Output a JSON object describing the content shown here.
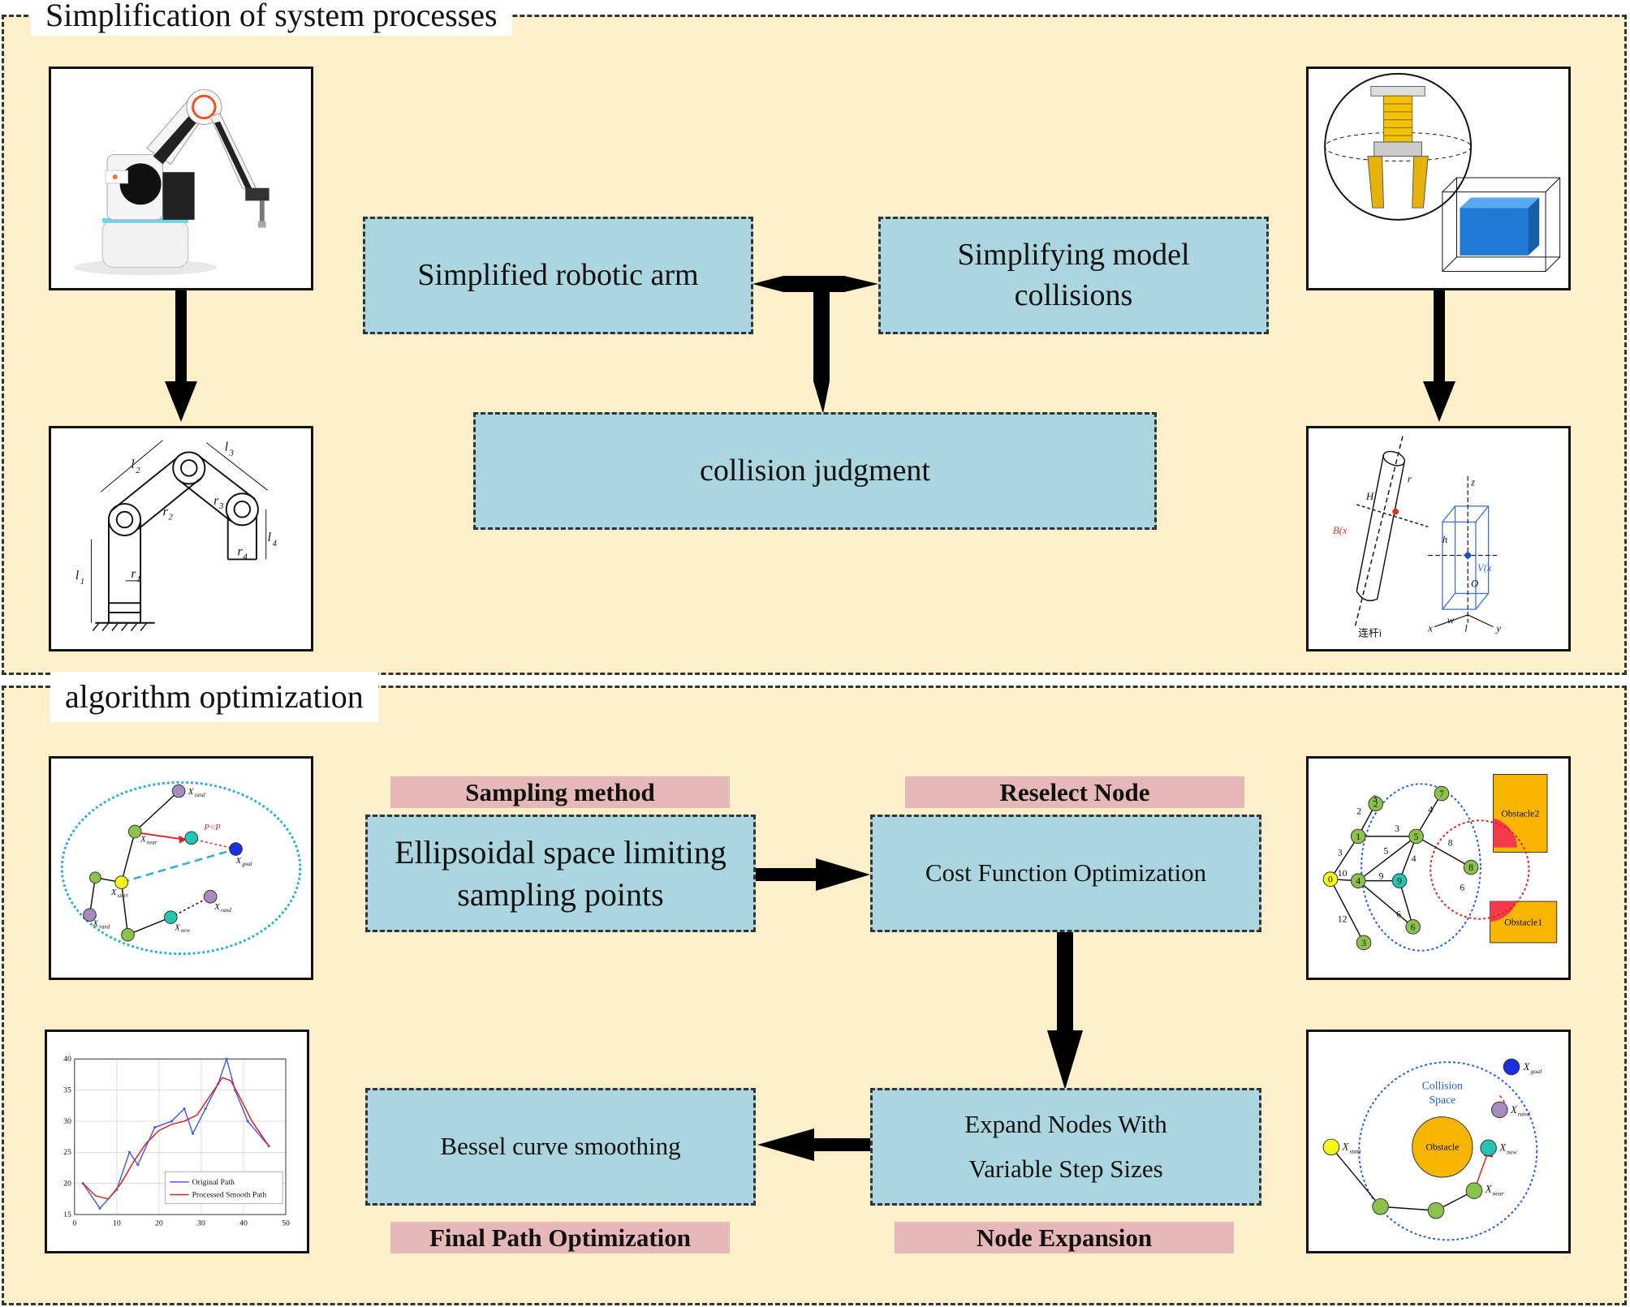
{
  "sections": {
    "simplification": {
      "title": "Simplification of system processes"
    },
    "algorithm": {
      "title": "algorithm optimization"
    }
  },
  "boxes": {
    "simplified_arm": "Simplified robotic arm",
    "simplifying_collisions": "Simplifying model collisions",
    "collision_judgment": "collision judgment",
    "ellipsoidal": "Ellipsoidal space limiting sampling points",
    "cost_function": "Cost Function Optimization",
    "expand_nodes": "Expand Nodes With Variable Step Sizes",
    "bessel": "Bessel curve smoothing"
  },
  "tags": {
    "sampling_method": "Sampling method",
    "reselect_node": "Reselect Node",
    "final_path": "Final Path Optimization",
    "node_expansion": "Node Expansion"
  },
  "images": {
    "arm_schematic": {
      "l1": "l",
      "l2": "l",
      "l3": "l",
      "l4": "l",
      "r1": "r",
      "r2": "r",
      "r3": "r",
      "r4": "r",
      "sub1": "1",
      "sub2": "2",
      "sub3": "3",
      "sub4": "4"
    },
    "collision_model": {
      "B": "B(x",
      "V": "V(x",
      "r": "r",
      "H": "H",
      "h": "h",
      "O": "O",
      "z": "z",
      "x": "x",
      "y": "y",
      "w": "w",
      "l": "l",
      "link": "连杆i"
    },
    "ellipse_sampling": {
      "x_rand": "X",
      "rand_sub": "rand",
      "x_near": "X",
      "near_sub": "near",
      "x_new": "X",
      "new_sub": "new",
      "x_start": "X",
      "start_sub": "start",
      "x_goal": "X",
      "goal_sub": "goal",
      "prob": "P<P"
    },
    "reselect_graph": {
      "obstacle1": "Obstacle1",
      "obstacle2": "Obstacle2",
      "nodes": [
        "0",
        "1",
        "2",
        "3",
        "4",
        "5",
        "6",
        "7",
        "8",
        "9"
      ],
      "edges": [
        "3",
        "2",
        "3",
        "10",
        "5",
        "4",
        "3",
        "4",
        "8",
        "6",
        "6",
        "12",
        "9"
      ]
    },
    "node_expansion_img": {
      "collision_space_1": "Collision",
      "collision_space_2": "Space",
      "obstacle": "Obstacle",
      "x_goal": "X",
      "goal_sub": "goal",
      "x_rand": "X",
      "rand_sub": "rand",
      "x_new": "X",
      "new_sub": "new",
      "x_near": "X",
      "near_sub": "near",
      "x_start": "X",
      "start_sub": "start"
    }
  },
  "chart_data": {
    "type": "line",
    "title": "",
    "xlabel": "",
    "ylabel": "",
    "xlim": [
      0,
      50
    ],
    "ylim": [
      15,
      40
    ],
    "xticks": [
      0,
      10,
      20,
      30,
      40,
      50
    ],
    "yticks": [
      15,
      20,
      25,
      30,
      35,
      40
    ],
    "legend_position": "bottom-right",
    "series": [
      {
        "name": "Original Path",
        "color": "#4a5de8",
        "x": [
          2,
          6,
          10,
          13,
          15,
          19,
          23,
          26,
          28,
          31,
          34,
          36,
          38,
          41,
          46
        ],
        "y": [
          20,
          16,
          19,
          25,
          23,
          29,
          30,
          32,
          28,
          32,
          36,
          40,
          35,
          30,
          26
        ]
      },
      {
        "name": "Processed Smooth Path",
        "color": "#e02020",
        "x": [
          2,
          5,
          8,
          11,
          14,
          17,
          20,
          23,
          26,
          29,
          32,
          35,
          37,
          39,
          42,
          46
        ],
        "y": [
          20,
          18,
          17.5,
          20,
          23.5,
          26.5,
          28.5,
          29.5,
          30,
          31,
          34,
          37,
          36.5,
          34,
          30,
          26
        ]
      }
    ]
  }
}
